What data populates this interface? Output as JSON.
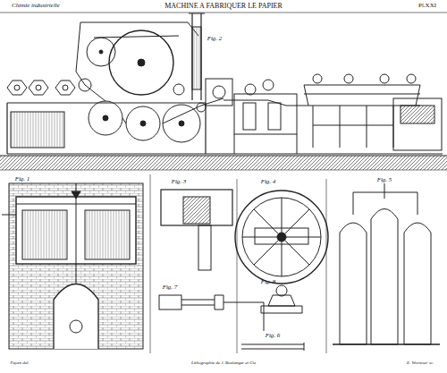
{
  "diagram": {
    "title": "MACHINE A FABRIQUER LE PAPIER",
    "labels": [
      "Chimie industrielle",
      "Pl.XXI",
      "Fig. 2",
      "Fig. 1",
      "Fig. 3",
      "Fig. 4",
      "Fig. 5",
      "Fig. 7",
      "Fig. 8",
      "Fig. 6",
      "Payen del.",
      "Lithographie de J. Boulanger et Cie",
      "E. Wormser sc."
    ]
  }
}
